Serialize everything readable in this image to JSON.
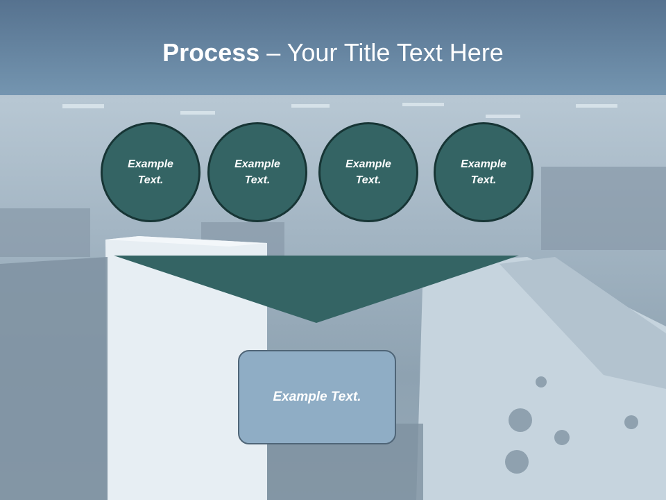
{
  "title": {
    "bold": "Process",
    "rest": " – Your Title Text Here"
  },
  "steps": [
    {
      "line1": "Example",
      "line2": "Text."
    },
    {
      "line1": "Example",
      "line2": "Text."
    },
    {
      "line1": "Example",
      "line2": "Text."
    },
    {
      "line1": "Example",
      "line2": "Text."
    }
  ],
  "result": {
    "label": "Example Text."
  },
  "colors": {
    "header": "#6b8eab",
    "circle_fill": "#346464",
    "circle_border": "#173535",
    "funnel": "#346464",
    "result_box": "#8fadc5"
  }
}
